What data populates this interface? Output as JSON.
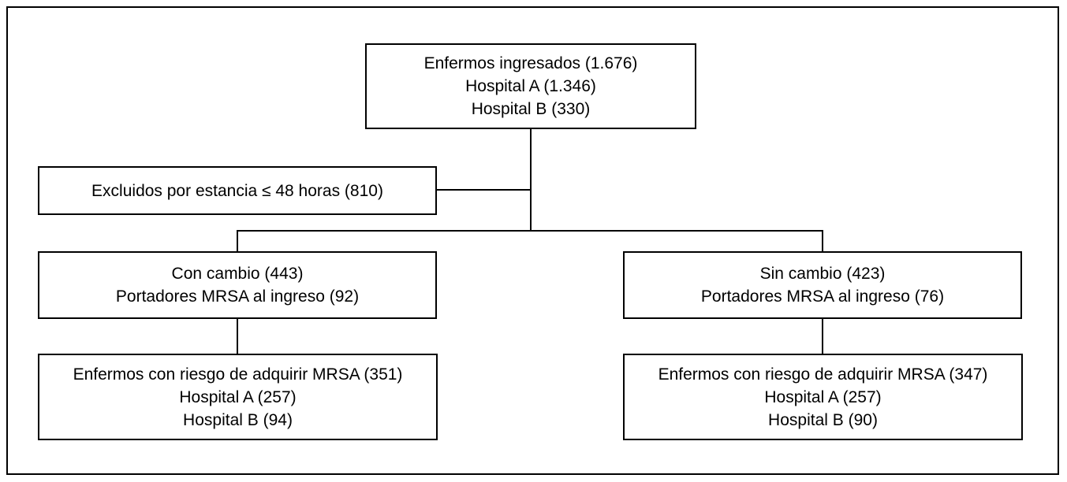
{
  "diagram": {
    "top_box": {
      "lines": [
        "Enfermos ingresados (1.676)",
        "Hospital A (1.346)",
        "Hospital B (330)"
      ]
    },
    "excluded_box": {
      "lines": [
        "Excluidos por estancia ≤ 48 horas (810)"
      ]
    },
    "left_branch": {
      "group_box": {
        "lines": [
          "Con cambio (443)",
          "Portadores MRSA al ingreso (92)"
        ]
      },
      "risk_box": {
        "lines": [
          "Enfermos con riesgo de adquirir MRSA (351)",
          "Hospital A (257)",
          "Hospital B (94)"
        ]
      }
    },
    "right_branch": {
      "group_box": {
        "lines": [
          "Sin cambio (423)",
          "Portadores MRSA al ingreso (76)"
        ]
      },
      "risk_box": {
        "lines": [
          "Enfermos con riesgo de adquirir MRSA (347)",
          "Hospital A (257)",
          "Hospital B (90)"
        ]
      }
    }
  }
}
